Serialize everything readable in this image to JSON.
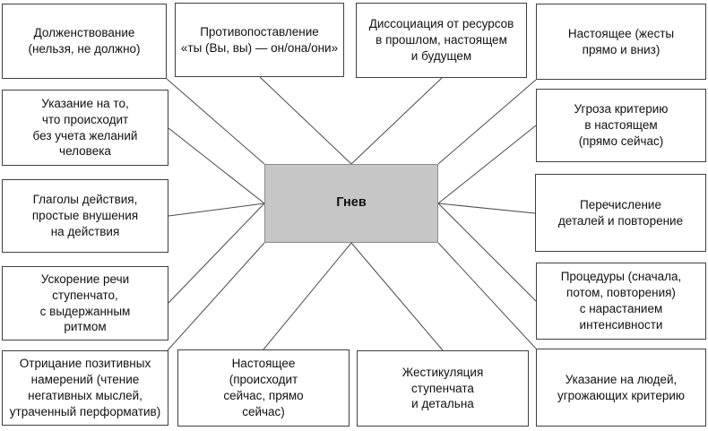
{
  "diagram": {
    "title": "Anger linguistic-markers diagram",
    "center": {
      "label": "Гнев"
    },
    "nodes": [
      {
        "id": "obligation",
        "label": "Долженствование\n(нельзя, не должно)"
      },
      {
        "id": "opposition",
        "label": "Противопоставление\n«ты (Вы, вы) — он/она/они»"
      },
      {
        "id": "dissociation",
        "label": "Диссоциация от ресурсов\nв прошлом, настоящем\nи будущем"
      },
      {
        "id": "present-gestures",
        "label": "Настоящее (жесты\nпрямо и вниз)"
      },
      {
        "id": "ignoring-wishes",
        "label": "Указание на то,\nчто происходит\nбез учета желаний\nчеловека"
      },
      {
        "id": "threat-to-criterion",
        "label": "Угроза критерию\nв настоящем\n(прямо сейчас)"
      },
      {
        "id": "action-verbs",
        "label": "Глаголы действия,\nпростые внушения\nна действия"
      },
      {
        "id": "listing-details",
        "label": "Перечисление\nдеталей и повторение"
      },
      {
        "id": "speech-acceleration",
        "label": "Ускорение речи\nступенчато,\nс выдержанным\nритмом"
      },
      {
        "id": "procedures",
        "label": "Процедуры (сначала,\nпотом, повторения)\nс нарастанием\nинтенсивности"
      },
      {
        "id": "denial-positive-intentions",
        "label": "Отрицание позитивных\nнамерений (чтение\nнегативных мыслей,\nутраченный перформатив)"
      },
      {
        "id": "present-now",
        "label": "Настоящее\n(происходит\nсейчас, прямо\nсейчас)"
      },
      {
        "id": "gesticulation",
        "label": "Жестикуляция\nступенчата\nи детальна"
      },
      {
        "id": "people-threatening",
        "label": "Указание на людей,\nугрожающих критерию"
      }
    ]
  },
  "colors": {
    "background": "#ffffff",
    "box_border": "#3f3f3f",
    "connector_line": "#4a4a4a",
    "center_fill": "#c6c6c6",
    "center_border": "#8a8a8a",
    "text": "#111111"
  }
}
